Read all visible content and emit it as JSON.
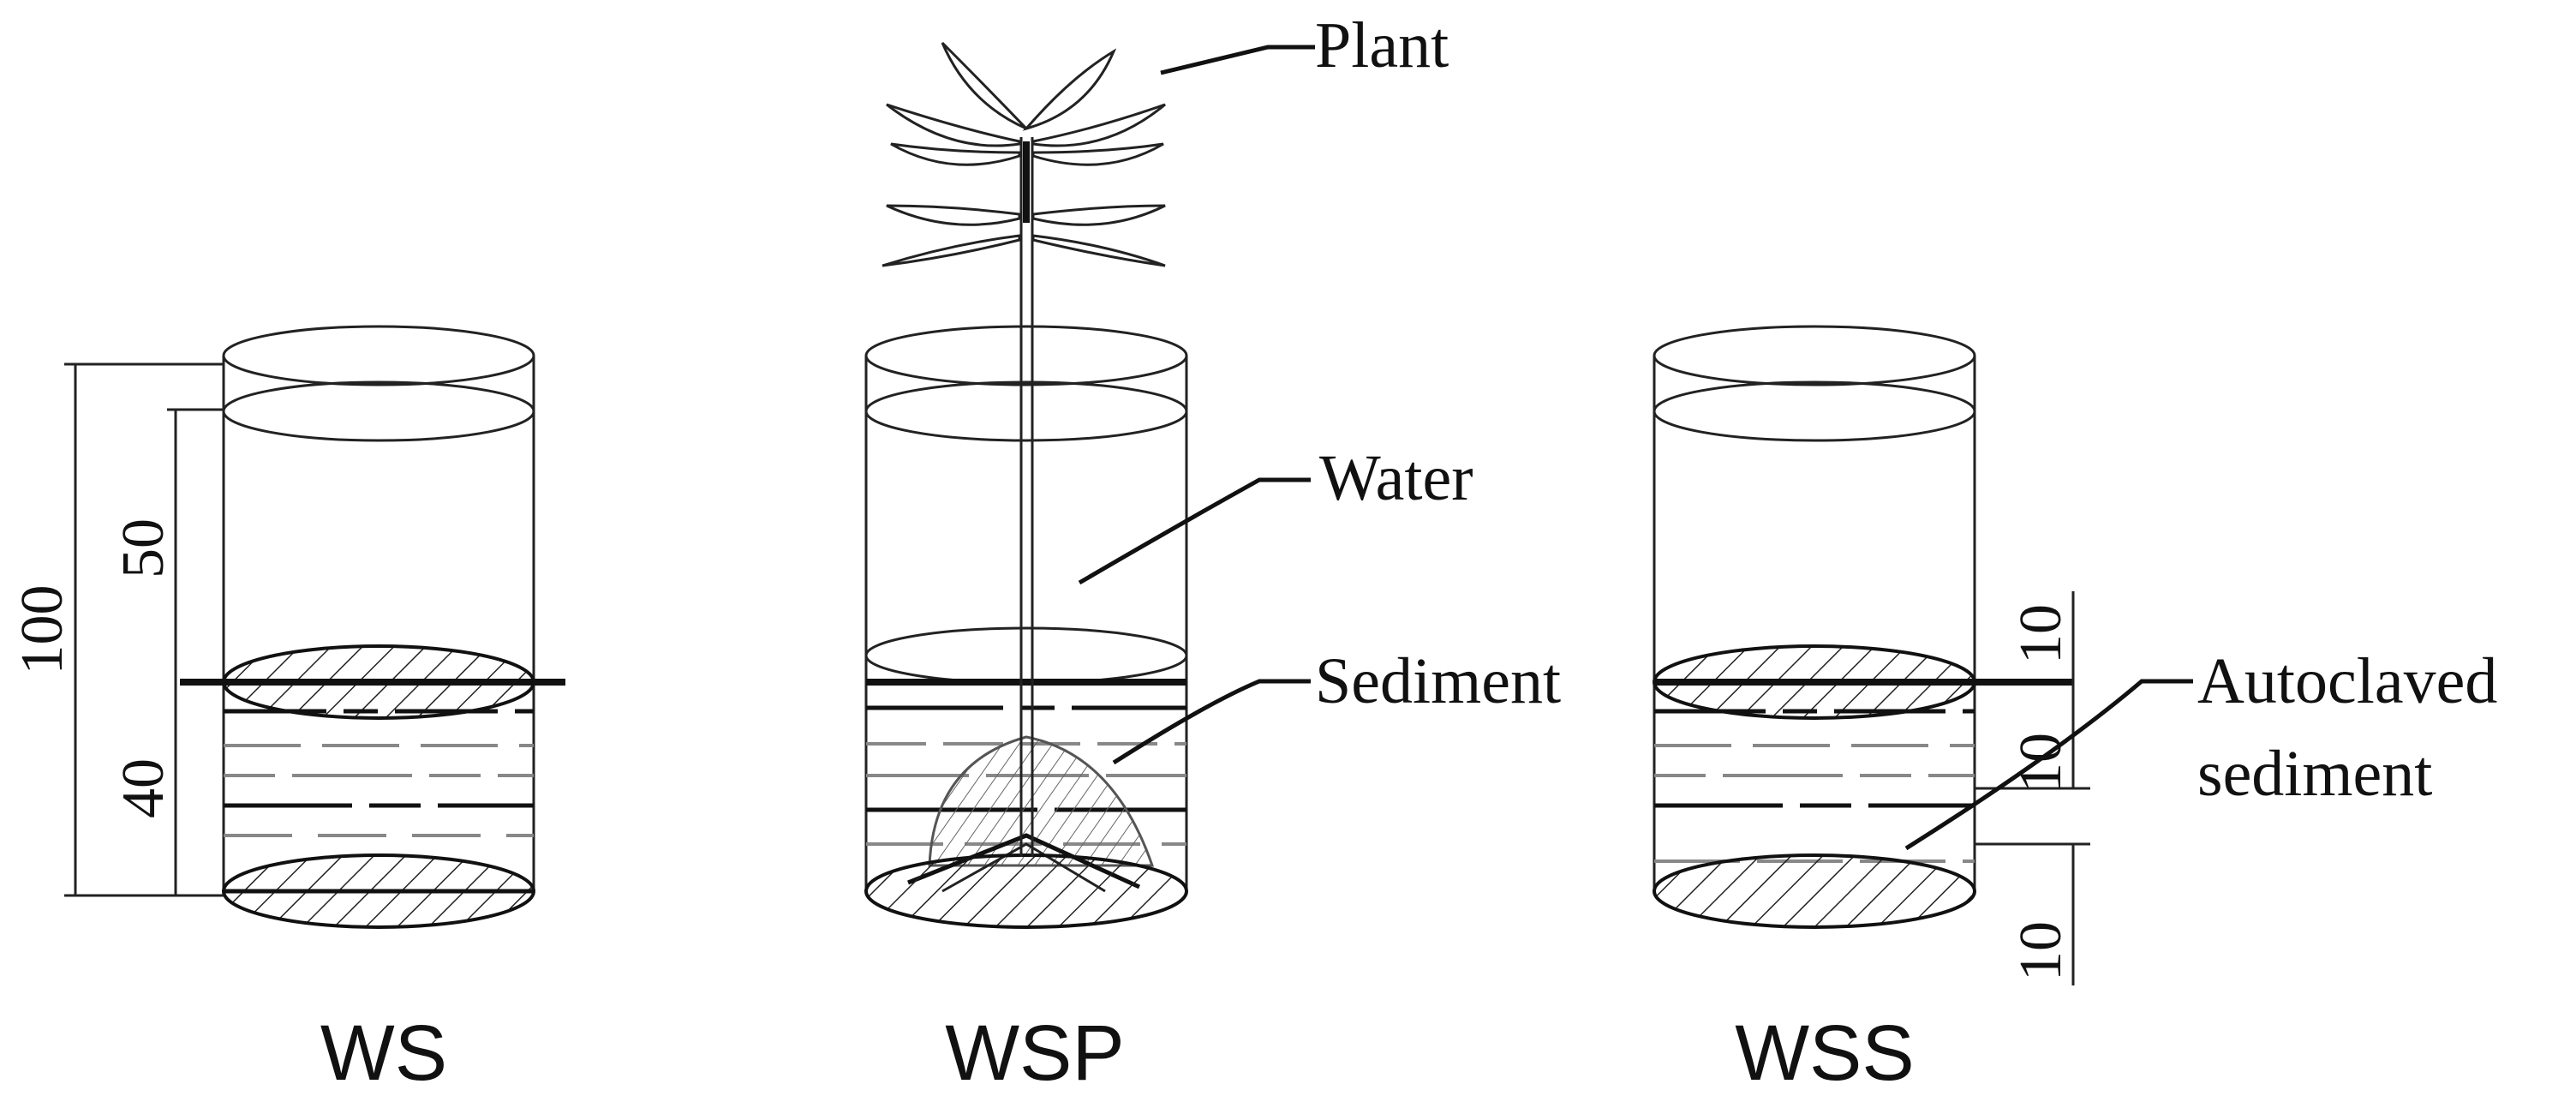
{
  "labels": {
    "plant": "Plant",
    "water": "Water",
    "sediment": "Sediment",
    "autoclaved_line1": "Autoclaved",
    "autoclaved_line2": "sediment"
  },
  "dimensions": {
    "total_height": "100",
    "water_height": "50",
    "sediment_height": "40",
    "wss_top": "10",
    "wss_middle": "10",
    "wss_bottom": "10"
  },
  "captions": {
    "ws": "WS",
    "wsp": "WSP",
    "wss": "WSS"
  }
}
